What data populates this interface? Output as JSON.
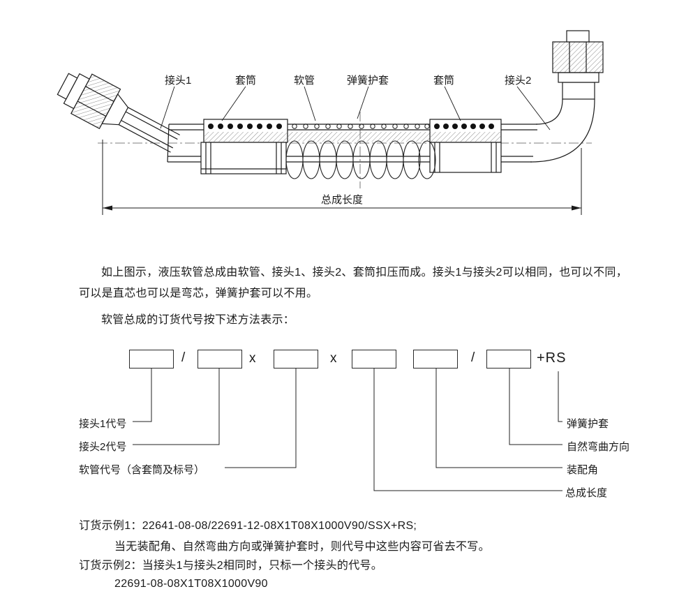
{
  "page": {
    "background": "#ffffff",
    "ink": "#1a1a1a"
  },
  "drawing": {
    "labels": {
      "connector1": "接头1",
      "sleeve_left": "套筒",
      "hose": "软管",
      "spring_guard": "弹簧护套",
      "sleeve_right": "套筒",
      "connector2": "接头2",
      "assembly_length": "总成长度"
    }
  },
  "description": {
    "line1": "如上图示，液压软管总成由软管、接头1、接头2、套筒扣压而成。接头1与接头2可以相同，也可以不同，",
    "line2": "可以是直芯也可以是弯芯，弹簧护套可以不用。",
    "order_intro": "软管总成的订货代号按下述方法表示："
  },
  "order_code": {
    "separator_slash1": "/",
    "separator_x1": "x",
    "separator_x2": "x",
    "separator_slash2": "/",
    "suffix": "+RS",
    "left_labels": [
      "接头1代号",
      "接头2代号",
      "软管代号（含套筒及标号）"
    ],
    "right_labels": [
      "弹簧护套",
      "自然弯曲方向",
      "装配角",
      "总成长度"
    ]
  },
  "examples": {
    "example1": "订货示例1：22641-08-08/22691-12-08X1T08X1000V90/SSX+RS;",
    "note": "当无装配角、自然弯曲方向或弹簧护套时，则代号中这些内容可省去不写。",
    "example2": "订货示例2：当接头1与接头2相同时，只标一个接头的代号。",
    "example2_code": "22691-08-08X1T08X1000V90"
  }
}
